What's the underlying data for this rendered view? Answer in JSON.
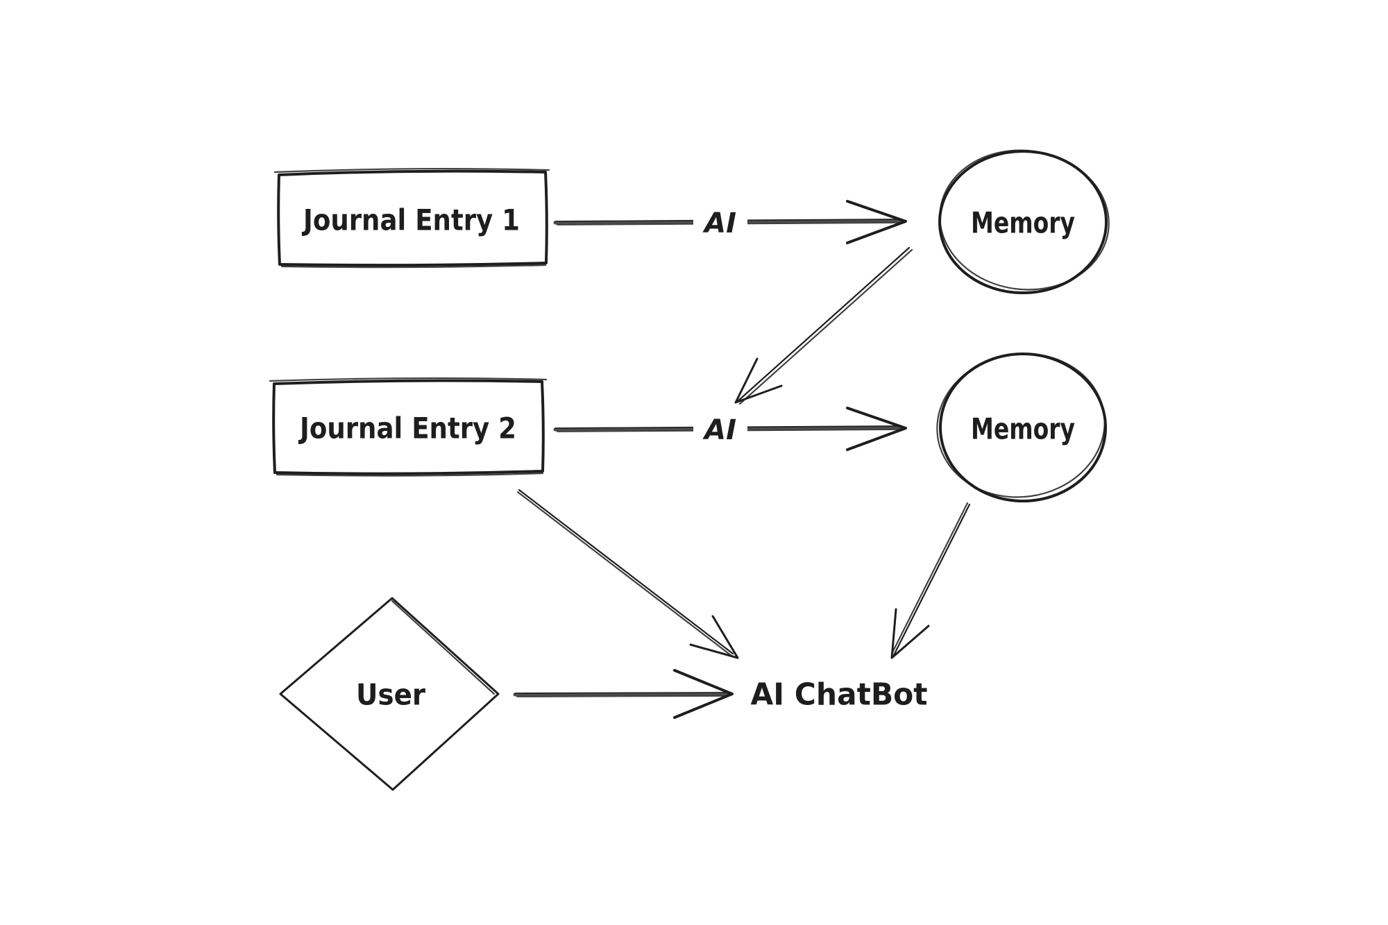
{
  "canvas": {
    "background": "#ffffff",
    "ink_color": "#1e1e1e"
  },
  "nodes": {
    "journal_entry_1": {
      "shape": "rectangle",
      "label": "Journal Entry 1"
    },
    "memory_1": {
      "shape": "ellipse",
      "label": "Memory"
    },
    "journal_entry_2": {
      "shape": "rectangle",
      "label": "Journal Entry 2"
    },
    "memory_2": {
      "shape": "ellipse",
      "label": "Memory"
    },
    "user": {
      "shape": "diamond",
      "label": "User"
    },
    "ai_chatbot": {
      "shape": "text",
      "label": "AI ChatBot"
    }
  },
  "edges": [
    {
      "from": "journal_entry_1",
      "to": "memory_1",
      "label": "AI"
    },
    {
      "from": "memory_1",
      "to": "journal_entry_2_flow",
      "label": ""
    },
    {
      "from": "journal_entry_2",
      "to": "memory_2",
      "label": "AI"
    },
    {
      "from": "journal_entry_2",
      "to": "ai_chatbot",
      "label": ""
    },
    {
      "from": "memory_2",
      "to": "ai_chatbot",
      "label": ""
    },
    {
      "from": "user",
      "to": "ai_chatbot",
      "label": ""
    }
  ]
}
